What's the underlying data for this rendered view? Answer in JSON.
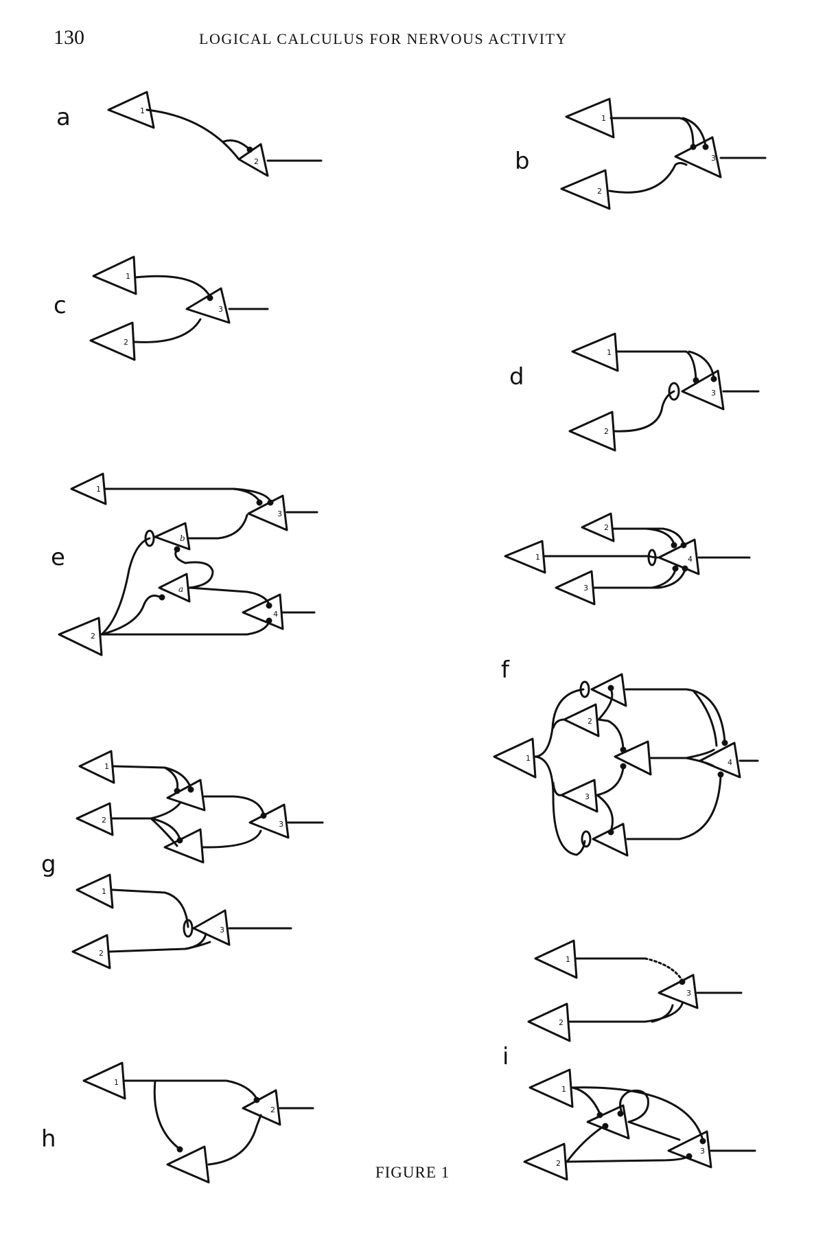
{
  "page": {
    "number": "130",
    "running_head": "LOGICAL CALCULUS FOR NERVOUS ACTIVITY",
    "caption": "FIGURE 1"
  },
  "figure": {
    "panel_labels": {
      "a": "a",
      "b": "b",
      "c": "c",
      "d": "d",
      "e": "e",
      "f": "f",
      "g": "g",
      "h": "h",
      "i": "i"
    },
    "neuron_labels": {
      "n1": "1",
      "n2": "2",
      "n3": "3",
      "n4": "4",
      "na": "a",
      "nb": "b"
    }
  }
}
